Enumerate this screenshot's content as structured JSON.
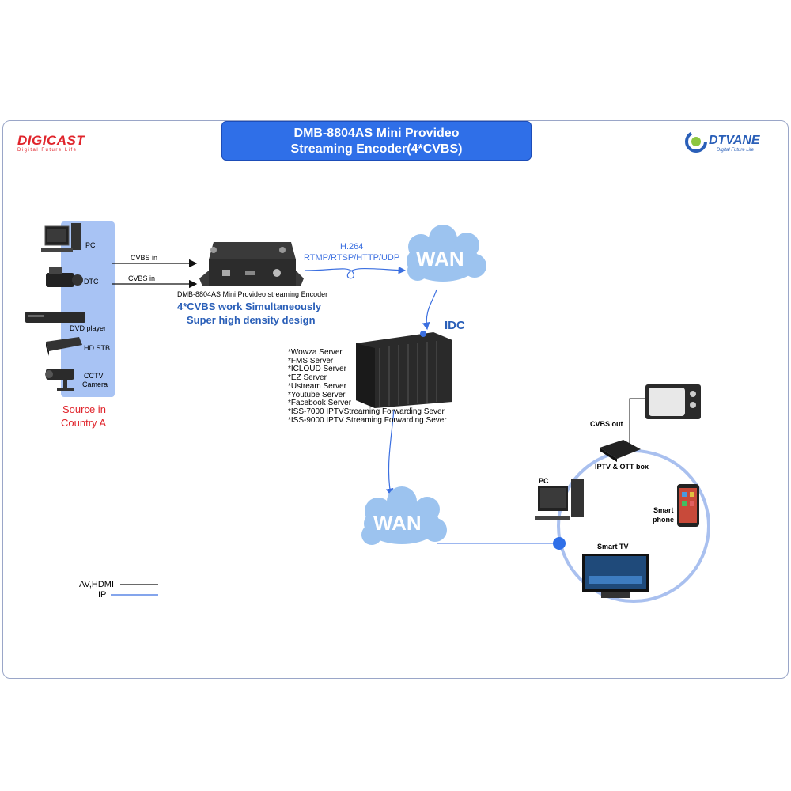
{
  "title": {
    "line1": "DMB-8804AS Mini Provideo",
    "line2": "Streaming Encoder(4*CVBS)"
  },
  "logo_left": {
    "name": "DIGICAST",
    "tagline": "Digital Future Life"
  },
  "logo_right": {
    "name": "DTVANE",
    "tagline": "Digital Future Life"
  },
  "sources": {
    "items": [
      {
        "label": "PC",
        "icon": "pc-icon"
      },
      {
        "label": "DTC",
        "icon": "video-camera-icon"
      },
      {
        "label": "DVD player",
        "icon": "dvd-player-icon"
      },
      {
        "label": "HD STB",
        "icon": "set-top-box-icon"
      },
      {
        "label": "CCTV",
        "label2": "Camera",
        "icon": "cctv-camera-icon"
      }
    ],
    "caption_line1": "Source in",
    "caption_line2": "Country A"
  },
  "links": {
    "cvbs_in_1": "CVBS in",
    "cvbs_in_2": "CVBS  in"
  },
  "encoder": {
    "caption": "DMB-8804AS Mini Provideo streaming  Encoder",
    "feature1": "4*CVBS work Simultaneously",
    "feature2": "Super high density design"
  },
  "protocols": {
    "line1": "H.264",
    "line2": "RTMP/RTSP/HTTP/UDP"
  },
  "wan_top": "WAN",
  "wan_bottom": "WAN",
  "idc": "IDC",
  "servers": [
    "*Wowza Server",
    "*FMS Server",
    "*ICLOUD Server",
    "*EZ Server",
    "*Ustream Server",
    "*Youtube Server",
    "*Facebook Server",
    "*ISS-7000 IPTVStreaming Forwarding Sever",
    "*ISS-9000 IPTV Streaming Forwarding Sever"
  ],
  "clients": {
    "cvbs_out": "CVBS out",
    "iptv_box": "IPTV & OTT box",
    "pc": "PC",
    "phone_line1": "Smart",
    "phone_line2": "phone",
    "smart_tv": "Smart TV"
  },
  "legend": {
    "av": "AV,HDMI",
    "ip": "IP"
  },
  "colors": {
    "title_bg": "#2f6fe8",
    "brand_red": "#e0242b",
    "brand_blue": "#2a5fb8",
    "ip_line": "#3b6fe0",
    "ring": "#a9c0ef",
    "wan": "#9cc3ef"
  }
}
